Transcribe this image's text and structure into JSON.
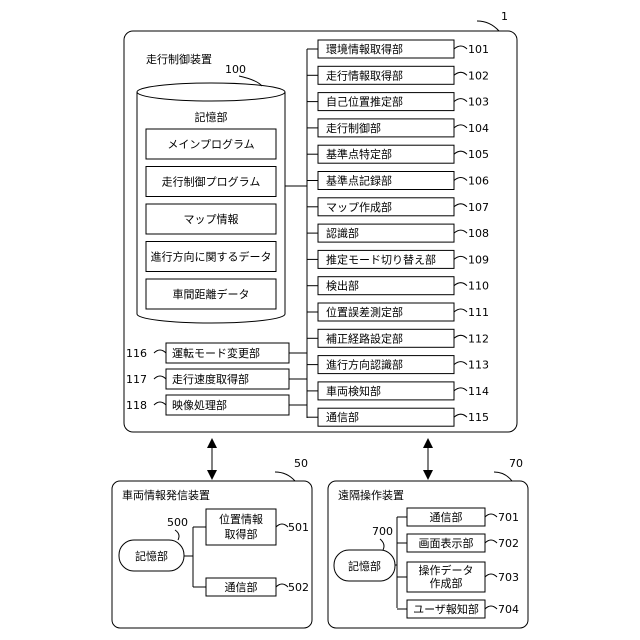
{
  "main_device": {
    "ref": "1",
    "title": "走行制御装置",
    "storage": {
      "ref": "100",
      "label": "記憶部",
      "items": [
        "メインプログラム",
        "走行制御プログラム",
        "マップ情報",
        "進行方向に関するデータ",
        "車間距離データ"
      ]
    },
    "units_right": [
      {
        "label": "環境情報取得部",
        "ref": "101"
      },
      {
        "label": "走行情報取得部",
        "ref": "102"
      },
      {
        "label": "自己位置推定部",
        "ref": "103"
      },
      {
        "label": "走行制御部",
        "ref": "104"
      },
      {
        "label": "基準点特定部",
        "ref": "105"
      },
      {
        "label": "基準点記録部",
        "ref": "106"
      },
      {
        "label": "マップ作成部",
        "ref": "107"
      },
      {
        "label": "認識部",
        "ref": "108"
      },
      {
        "label": "推定モード切り替え部",
        "ref": "109"
      },
      {
        "label": "検出部",
        "ref": "110"
      },
      {
        "label": "位置誤差測定部",
        "ref": "111"
      },
      {
        "label": "補正経路設定部",
        "ref": "112"
      },
      {
        "label": "進行方向認識部",
        "ref": "113"
      },
      {
        "label": "車両検知部",
        "ref": "114"
      },
      {
        "label": "通信部",
        "ref": "115"
      }
    ],
    "units_left": [
      {
        "label": "運転モード変更部",
        "ref": "116"
      },
      {
        "label": "走行速度取得部",
        "ref": "117"
      },
      {
        "label": "映像処理部",
        "ref": "118"
      }
    ]
  },
  "vehicle_info_device": {
    "ref": "50",
    "title": "車両情報発信装置",
    "storage": {
      "label": "記憶部",
      "ref": "500"
    },
    "units": [
      {
        "label_lines": [
          "位置情報",
          "取得部"
        ],
        "ref": "501"
      },
      {
        "label_lines": [
          "通信部"
        ],
        "ref": "502"
      }
    ]
  },
  "remote_device": {
    "ref": "70",
    "title": "遠隔操作装置",
    "storage": {
      "label": "記憶部",
      "ref": "700"
    },
    "units": [
      {
        "label_lines": [
          "通信部"
        ],
        "ref": "701"
      },
      {
        "label_lines": [
          "画面表示部"
        ],
        "ref": "702"
      },
      {
        "label_lines": [
          "操作データ",
          "作成部"
        ],
        "ref": "703"
      },
      {
        "label_lines": [
          "ユーザ報知部"
        ],
        "ref": "704"
      }
    ]
  }
}
